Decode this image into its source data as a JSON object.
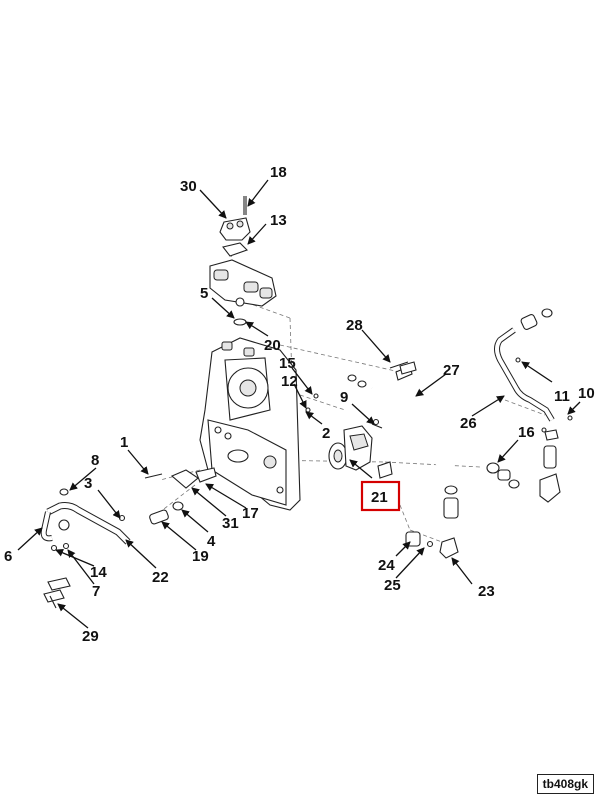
{
  "drawing_tag": "tb408gk",
  "highlighted_callout": "21",
  "colors": {
    "highlight": "#d40000",
    "ink": "#111111"
  },
  "callouts": {
    "c1": "1",
    "c2": "2",
    "c3": "3",
    "c4": "4",
    "c5": "5",
    "c6": "6",
    "c7": "7",
    "c8": "8",
    "c9": "9",
    "c10": "10",
    "c11": "11",
    "c12": "12",
    "c13": "13",
    "c14": "14",
    "c15": "15",
    "c16": "16",
    "c17": "17",
    "c18": "18",
    "c19": "19",
    "c20": "20",
    "c21": "21",
    "c22": "22",
    "c23": "23",
    "c24": "24",
    "c25": "25",
    "c26": "26",
    "c27": "27",
    "c28": "28",
    "c29": "29",
    "c30": "30",
    "c31": "31"
  }
}
